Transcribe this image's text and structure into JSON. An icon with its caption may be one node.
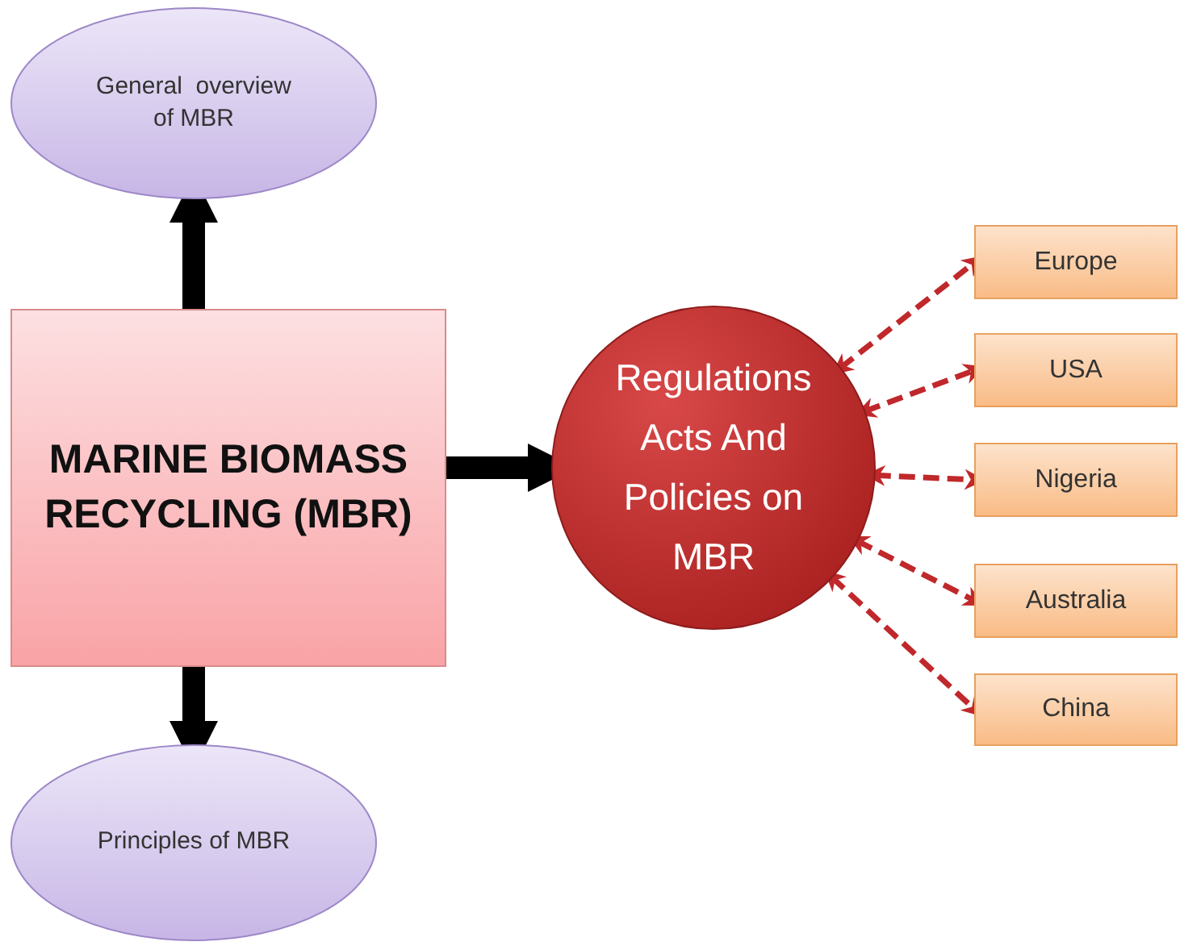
{
  "diagram": {
    "nodes": [
      {
        "text": [
          "General  overview of MBR"
        ]
      },
      {
        "text": [
          "MARINE BIOMASS RECYCLING (MBR)"
        ]
      },
      {
        "text": [
          "Principles of MBR"
        ]
      },
      {
        "text": [
          "Regulations Acts And Policies on MBR"
        ]
      },
      {
        "text": [
          "Europe"
        ]
      },
      {
        "text": [
          "USA"
        ]
      },
      {
        "text": [
          "Nigeria"
        ]
      },
      {
        "text": [
          "Australia"
        ]
      },
      {
        "text": [
          "China"
        ]
      }
    ],
    "edges": [
      {
        "from": 1,
        "to": 0,
        "arrow": "to",
        "style": "thick",
        "color": "#000000"
      },
      {
        "from": 1,
        "to": 2,
        "arrow": "to",
        "style": "thick",
        "color": "#000000"
      },
      {
        "from": 1,
        "to": 3,
        "arrow": "to",
        "style": "thick",
        "color": "#000000"
      },
      {
        "from": 3,
        "to": 4,
        "arrow": "both",
        "style": "dashed",
        "color": "#c0282b"
      },
      {
        "from": 3,
        "to": 5,
        "arrow": "both",
        "style": "dashed",
        "color": "#c0282b"
      },
      {
        "from": 3,
        "to": 6,
        "arrow": "both",
        "style": "dashed",
        "color": "#c0282b"
      },
      {
        "from": 3,
        "to": 7,
        "arrow": "both",
        "style": "dashed",
        "color": "#c0282b"
      },
      {
        "from": 3,
        "to": 8,
        "arrow": "both",
        "style": "dashed",
        "color": "#c0282b"
      }
    ]
  }
}
